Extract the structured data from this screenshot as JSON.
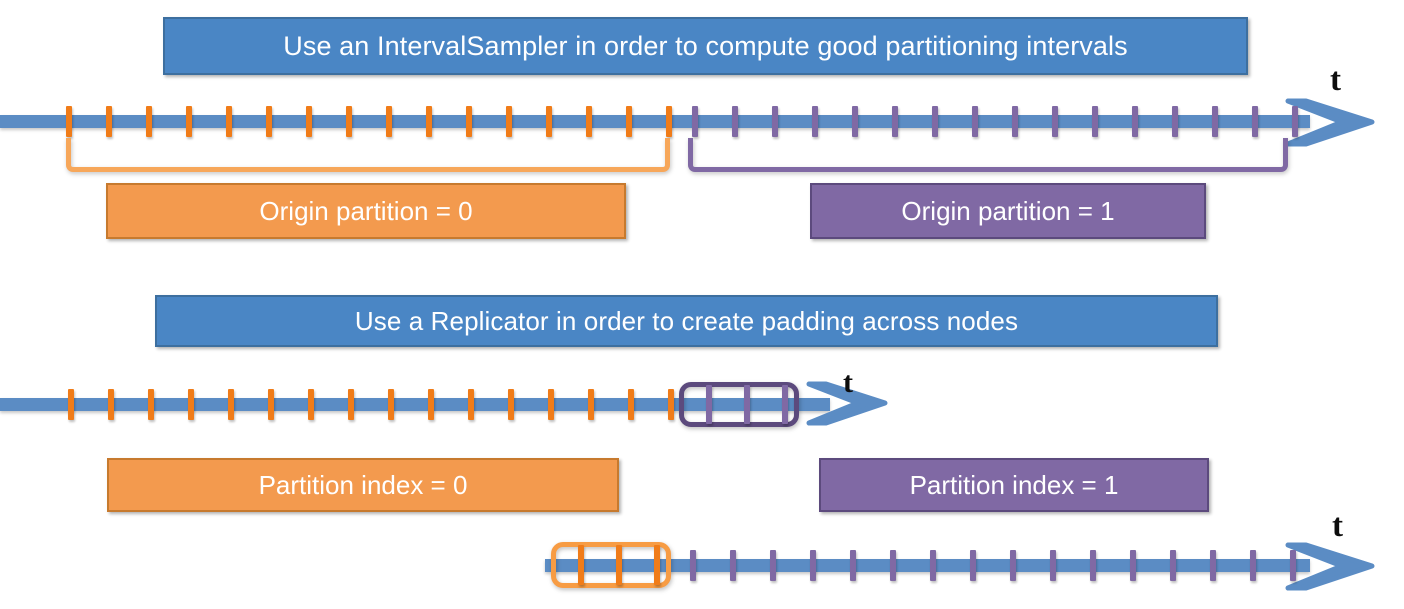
{
  "diagram": {
    "title": "Interval sampling and replication partitioning timeline diagram",
    "axis_label": "t",
    "colors": {
      "banner_fill": "#4a86c5",
      "banner_border": "#3d6f9f",
      "axis_line": "#5b8cc4",
      "orange_tick": "#f07c19",
      "purple_tick": "#8069a4",
      "orange_box_fill": "#f39a4e",
      "orange_box_border": "#c77a2e",
      "purple_box_fill": "#8069a4",
      "purple_box_border": "#5c4a7d",
      "orange_bracket": "#f7a75a",
      "purple_bracket": "#8069a4",
      "label_text": "#ffffff",
      "axis_label_text": "#0d0d0d"
    }
  },
  "section1": {
    "banner": "Use an IntervalSampler in order to compute good partitioning intervals",
    "axis_label": "t",
    "orange_tick_count": 16,
    "purple_tick_count": 16,
    "left_label": "Origin partition = 0",
    "right_label": "Origin partition = 1"
  },
  "section2": {
    "banner": "Use a Replicator in order to create padding across nodes",
    "axis_label": "t",
    "orange_tick_count": 16,
    "padding_cell_tick_count": 3,
    "padding_cell_color": "purple",
    "left_label": "Partition index = 0",
    "right_label": "Partition index = 1"
  },
  "section3": {
    "axis_label": "t",
    "padding_cell_tick_count": 3,
    "padding_cell_color": "orange",
    "purple_tick_count": 16
  }
}
